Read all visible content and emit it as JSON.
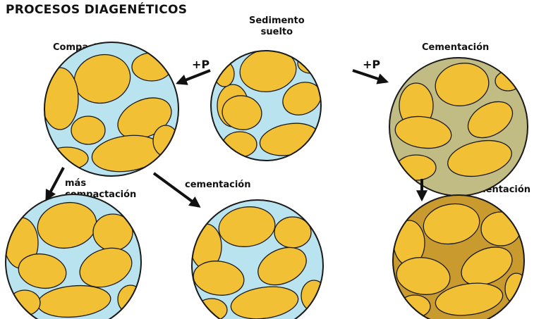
{
  "title": "PROCESOS DIAGENÉTICOS",
  "labels": {
    "sedimento": "Sedimento\nsuelto",
    "compactacion": "Compactación",
    "cementacion": "Cementación",
    "mas_compactacion": "más\ncompactación",
    "cementacion_lower": "cementación",
    "mas_cementacion": "más cementación",
    "presion_left": "+P",
    "presion_right": "+P"
  },
  "colors": {
    "grain": "#f2c034",
    "pore": "#b9e3ee",
    "outline": "#1a1a1a",
    "cement": "#c99a2e"
  }
}
